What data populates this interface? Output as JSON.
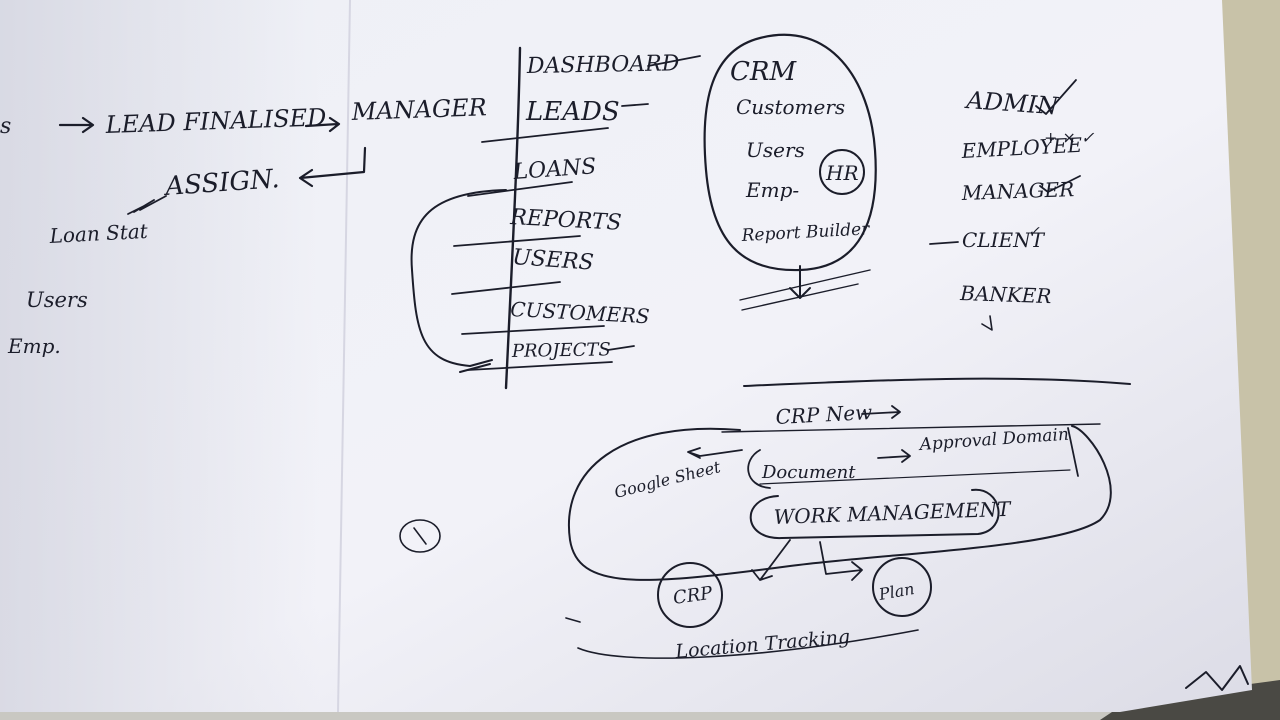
{
  "colors": {
    "paper": "#f0f0f6",
    "paper_shadow": "#dcdce6",
    "ink": "#1b1d2a",
    "desk_right": "#c8c2a8",
    "desk_bottom": "#4a4944"
  },
  "flow_left": {
    "partial_word": "s",
    "lead_finalised": "LEAD FINALISED",
    "manager": "MANAGER",
    "assign": "ASSIGN.",
    "loan_status": "Loan Stat",
    "users": "Users",
    "emp": "Emp."
  },
  "menu": {
    "items": [
      "DASHBOARD",
      "LEADS",
      "LOANS",
      "REPORTS",
      "USERS",
      "CUSTOMERS",
      "PROJECTS"
    ]
  },
  "modules": {
    "items": [
      "CRM",
      "Customers",
      "Users",
      "Emp-",
      "Report Builder"
    ],
    "hr_badge": "HR"
  },
  "roles": {
    "items": [
      "ADMIN",
      "EMPLOYEE",
      "MANAGER",
      "CLIENT",
      "BANKER"
    ]
  },
  "workflow": {
    "crp_new": "CRP New",
    "google_sheet": "Google Sheet",
    "document": "Document",
    "approval_domain": "Approval Domain",
    "work_management": "WORK MANAGEMENT",
    "crp": "CRP",
    "plan": "Plan",
    "location_tracking": "Location Tracking"
  }
}
